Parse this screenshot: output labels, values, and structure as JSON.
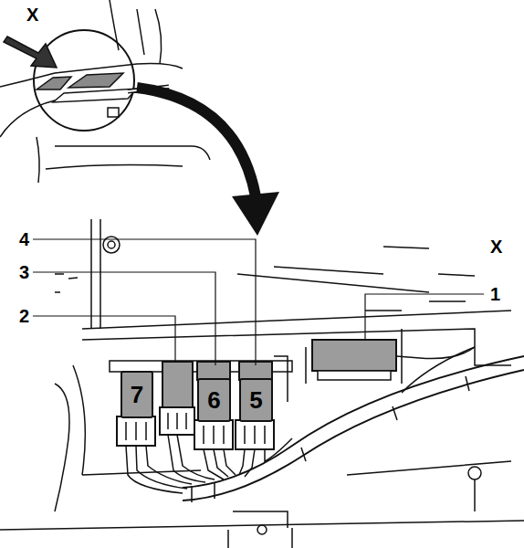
{
  "diagram": {
    "nodes": [
      {
        "text": [
          "7"
        ]
      },
      {
        "text": [
          "6"
        ]
      },
      {
        "text": [
          "5"
        ]
      }
    ],
    "labels": [
      "X",
      "X",
      "4",
      "3",
      "2",
      "1"
    ]
  }
}
